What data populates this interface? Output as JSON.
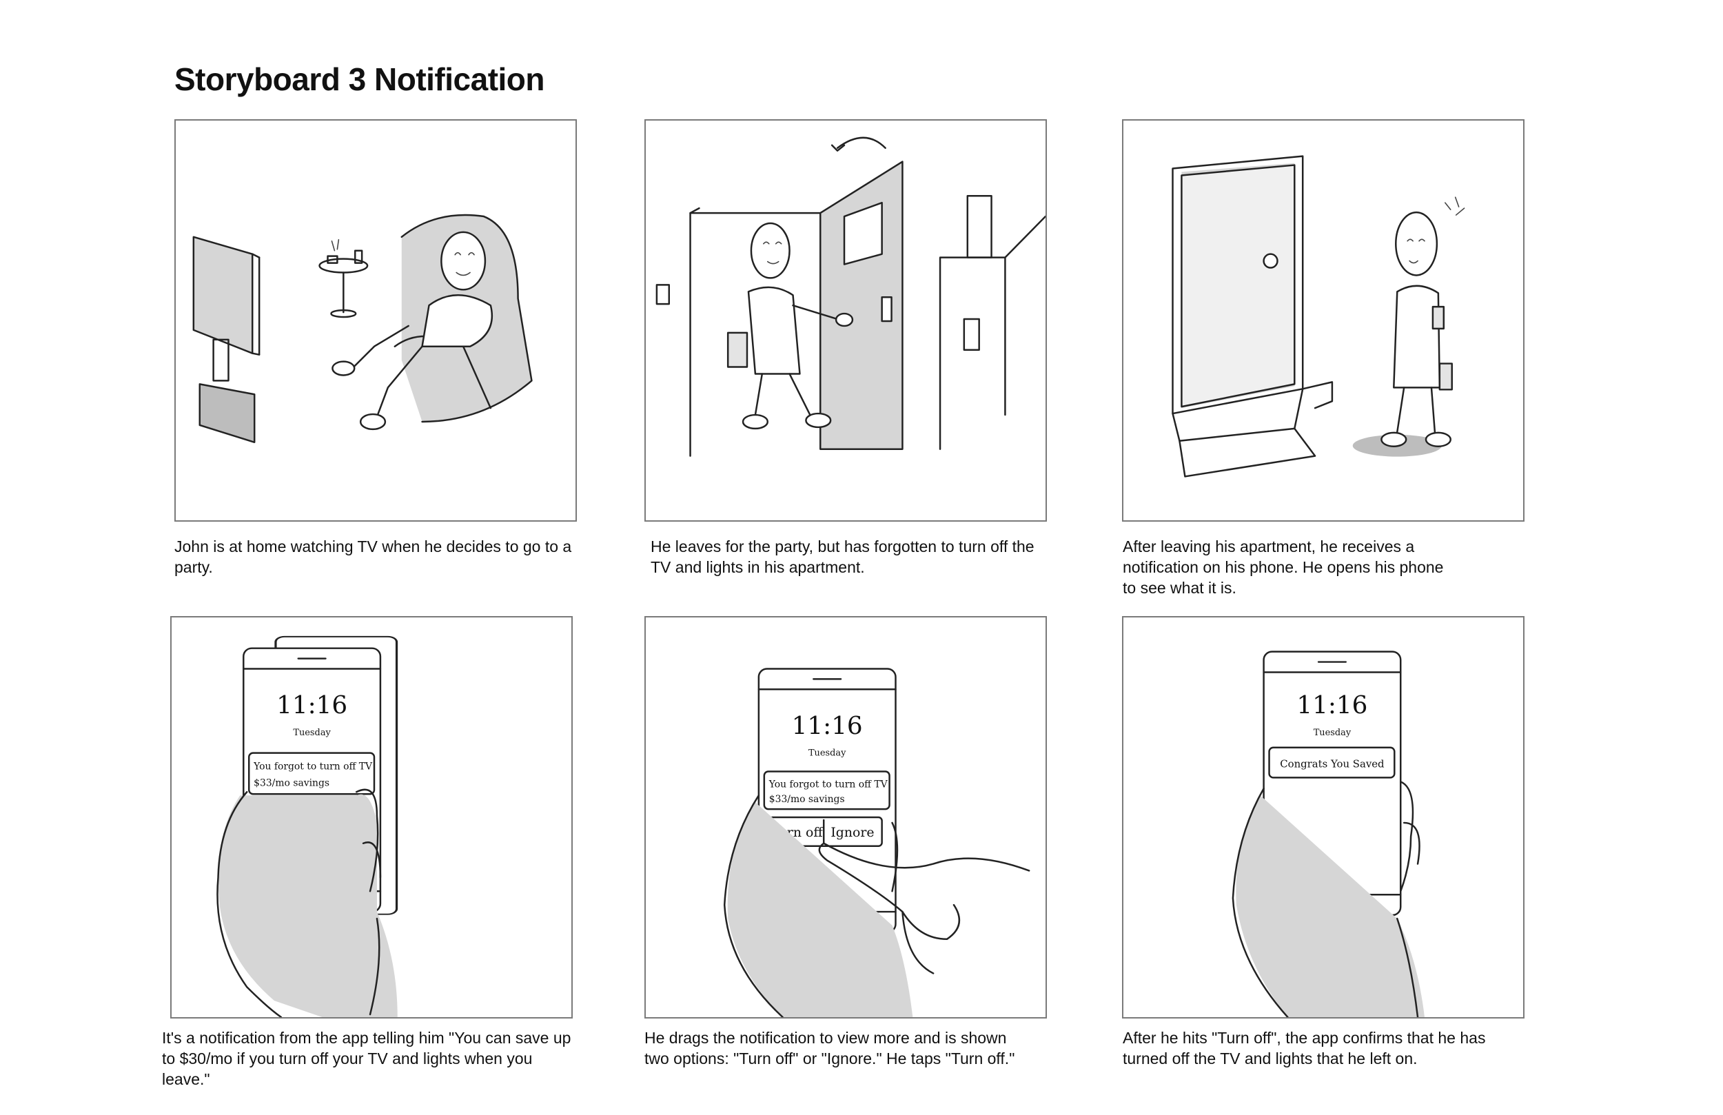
{
  "title": "Storyboard 3 Notification",
  "panels": [
    {
      "caption": "John is at home watching TV when he decides to go to a party."
    },
    {
      "caption": "He leaves for the party, but has forgotten to turn off the TV and lights in his apartment."
    },
    {
      "caption": "After leaving his apartment, he receives a notification on his phone. He opens his phone to see what it is."
    },
    {
      "caption": "It's a notification from the app telling him \"You can save up to $30/mo if you turn off your TV and lights when you leave.\""
    },
    {
      "caption": "He drags the notification to view more and is shown two options: \"Turn off\" or \"Ignore.\" He taps \"Turn off.\""
    },
    {
      "caption": "After he hits \"Turn off\", the app confirms that he has turned off the TV and lights that he left on."
    }
  ],
  "phone": {
    "time": "11:16",
    "date": "Tuesday",
    "notification_1": "You forgot to turn off TV",
    "notification_2": "$33/mo savings",
    "turn_off": "Turn off",
    "ignore": "Ignore",
    "confirm": "Congrats You Saved"
  }
}
